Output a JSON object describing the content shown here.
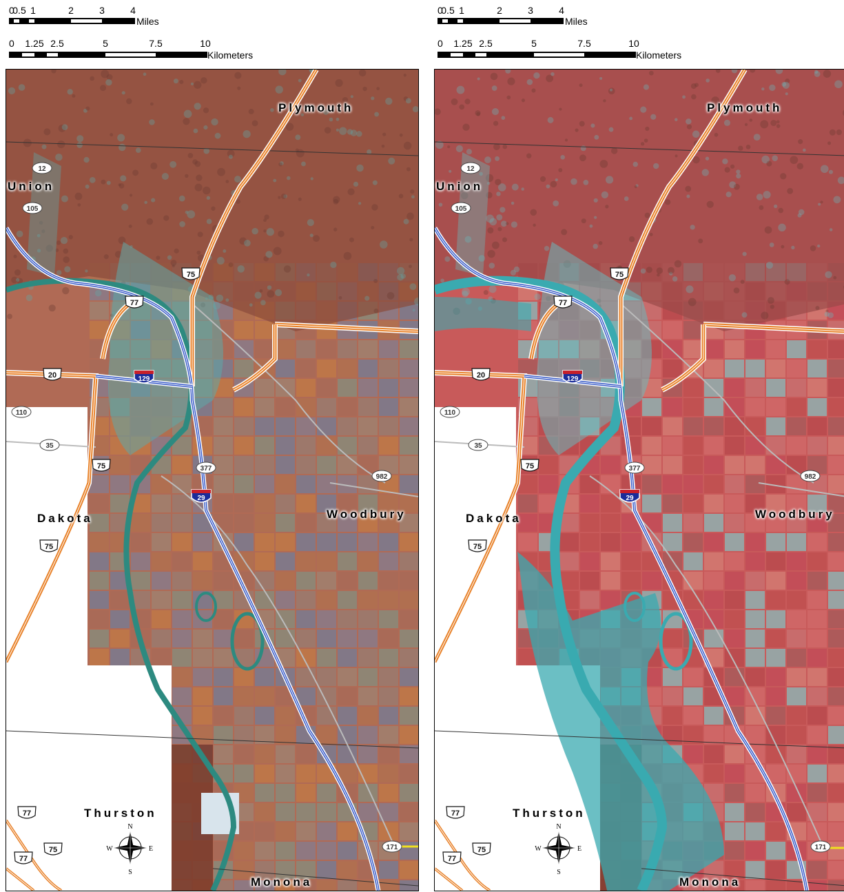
{
  "panels": [
    {
      "id": "before",
      "scale": {
        "miles_ticks": [
          "0",
          "0.5",
          "1",
          "2",
          "3",
          "4"
        ],
        "miles_unit": "Miles",
        "km_ticks": [
          "0",
          "1.25",
          "2.5",
          "5",
          "7.5",
          "10"
        ],
        "km_unit": "Kilometers"
      },
      "counties": [
        "Plymouth",
        "Union",
        "Dakota",
        "Woodbury",
        "Thurston",
        "Monona"
      ],
      "routes": {
        "state": [
          "12",
          "105",
          "110",
          "35",
          "377",
          "982",
          "171"
        ],
        "us": [
          "75",
          "77",
          "20"
        ],
        "interstate": [
          "129",
          "29"
        ]
      },
      "compass": [
        "N",
        "S",
        "W",
        "E"
      ],
      "colors": {
        "field": "#b06a55",
        "vegetation": "#8a4a3a",
        "water": "#2d8a80",
        "urban": "#5fa8a8",
        "us_route": "#e8822a",
        "interstate": "#3a5cc8"
      }
    },
    {
      "id": "after",
      "scale": {
        "miles_ticks": [
          "0",
          "0.5",
          "1",
          "2",
          "3",
          "4"
        ],
        "miles_unit": "Miles",
        "km_ticks": [
          "0",
          "1.25",
          "2.5",
          "5",
          "7.5",
          "10"
        ],
        "km_unit": "Kilometers"
      },
      "counties": [
        "Plymouth",
        "Union",
        "Dakota",
        "Woodbury",
        "Thurston",
        "Monona"
      ],
      "routes": {
        "state": [
          "12",
          "105",
          "110",
          "35",
          "377",
          "982",
          "171"
        ],
        "us": [
          "75",
          "77",
          "20"
        ],
        "interstate": [
          "129",
          "29"
        ]
      },
      "compass": [
        "N",
        "S",
        "W",
        "E"
      ],
      "colors": {
        "field": "#c85a5a",
        "vegetation": "#9a4a48",
        "water": "#3aaab0",
        "urban": "#6ab8bc",
        "us_route": "#e8822a",
        "interstate": "#3a5cc8"
      }
    }
  ]
}
